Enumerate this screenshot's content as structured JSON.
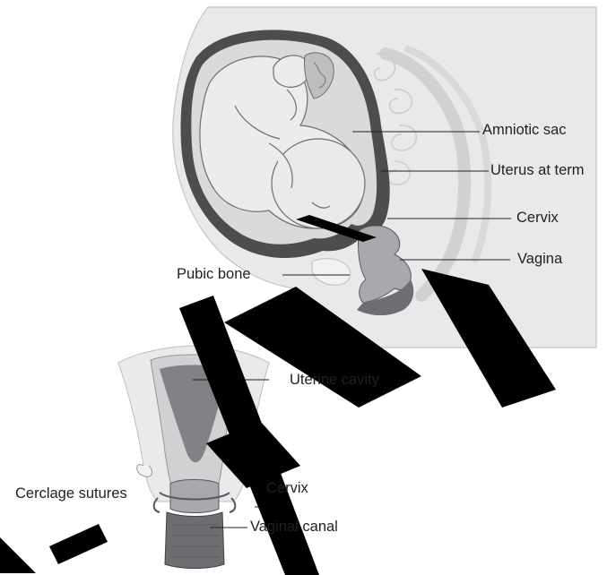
{
  "figure": {
    "top_labels": {
      "amniotic_sac": "Amniotic sac",
      "uterus_at_term": "Uterus at term",
      "cervix": "Cervix",
      "vagina": "Vagina",
      "pubic_bone": "Pubic bone"
    },
    "bottom_labels": {
      "uterine_cavity": "Uterine cavity",
      "cerclage_sutures": "Cerclage sutures",
      "cervix": "Cervix",
      "vaginal_canal": "Vaginal canal"
    },
    "watermark": "SAMPLE"
  },
  "colors": {
    "background": "#ffffff",
    "body_silhouette": "#e6e7e8",
    "body_outline": "#bcbec0",
    "uterus_wall": "#4d4d4f",
    "amniotic_fluid": "#d9dadb",
    "fetus_skin": "#ebeced",
    "fetus_outline": "#6d6e71",
    "cervix_tissue": "#939598",
    "uterine_cavity_fill": "#808285",
    "leader_line": "#231f20",
    "label_text": "#231f20",
    "watermark": "#000000"
  }
}
